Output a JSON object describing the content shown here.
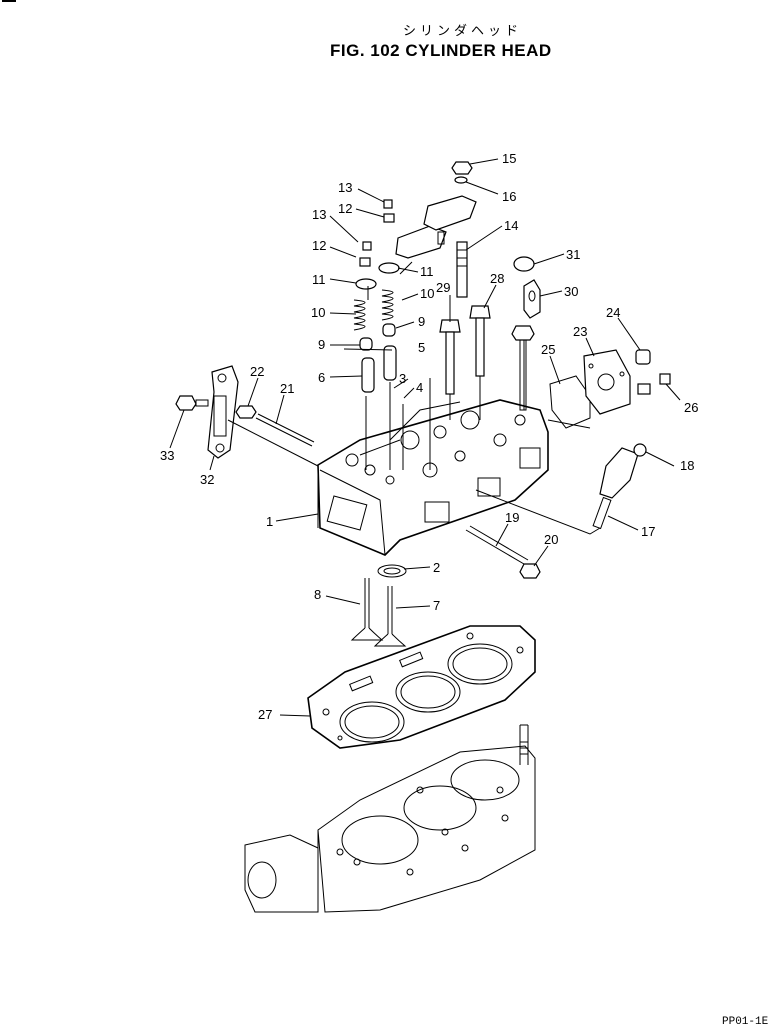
{
  "title": {
    "japanese": "シリンダヘッド",
    "english": "FIG. 102  CYLINDER HEAD"
  },
  "page_code": "PP01-1E",
  "callouts": [
    {
      "id": "c1",
      "number": "1"
    },
    {
      "id": "c2",
      "number": "2"
    },
    {
      "id": "c3",
      "number": "3"
    },
    {
      "id": "c4",
      "number": "4"
    },
    {
      "id": "c5",
      "number": "5"
    },
    {
      "id": "c6",
      "number": "6"
    },
    {
      "id": "c7",
      "number": "7"
    },
    {
      "id": "c8",
      "number": "8"
    },
    {
      "id": "c9a",
      "number": "9"
    },
    {
      "id": "c9b",
      "number": "9"
    },
    {
      "id": "c10a",
      "number": "10"
    },
    {
      "id": "c10b",
      "number": "10"
    },
    {
      "id": "c11a",
      "number": "11"
    },
    {
      "id": "c11b",
      "number": "11"
    },
    {
      "id": "c12a",
      "number": "12"
    },
    {
      "id": "c12b",
      "number": "12"
    },
    {
      "id": "c13a",
      "number": "13"
    },
    {
      "id": "c13b",
      "number": "13"
    },
    {
      "id": "c14",
      "number": "14"
    },
    {
      "id": "c15",
      "number": "15"
    },
    {
      "id": "c16",
      "number": "16"
    },
    {
      "id": "c17",
      "number": "17"
    },
    {
      "id": "c18",
      "number": "18"
    },
    {
      "id": "c19",
      "number": "19"
    },
    {
      "id": "c20",
      "number": "20"
    },
    {
      "id": "c21",
      "number": "21"
    },
    {
      "id": "c22",
      "number": "22"
    },
    {
      "id": "c23",
      "number": "23"
    },
    {
      "id": "c24",
      "number": "24"
    },
    {
      "id": "c25",
      "number": "25"
    },
    {
      "id": "c26",
      "number": "26"
    },
    {
      "id": "c27",
      "number": "27"
    },
    {
      "id": "c28",
      "number": "28"
    },
    {
      "id": "c29",
      "number": "29"
    },
    {
      "id": "c30",
      "number": "30"
    },
    {
      "id": "c31",
      "number": "31"
    },
    {
      "id": "c32",
      "number": "32"
    },
    {
      "id": "c33",
      "number": "33"
    }
  ]
}
